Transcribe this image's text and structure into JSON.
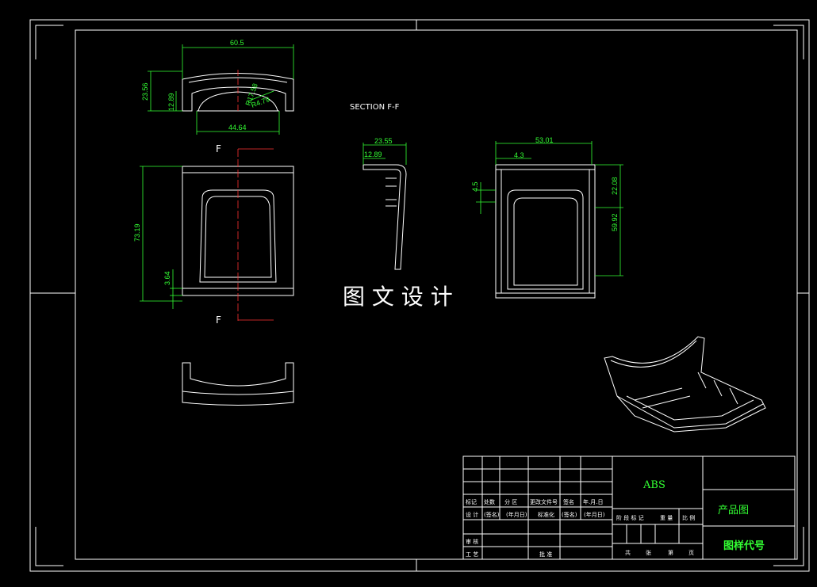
{
  "drawing": {
    "watermark": "图 文 设 计",
    "section_title": "SECTION F-F",
    "section_marker": "F",
    "colors": {
      "background": "#000000",
      "lines": "#ffffff",
      "dimensions": "#33ff33",
      "center_line": "#ff3333"
    }
  },
  "dimensions": {
    "top_width": "60.5",
    "top_height": "23.56",
    "top_inner_height": "12.89",
    "top_r1": "R17.58",
    "top_r2": "R4.79",
    "top_bottom_width": "44.64",
    "front_height": "73.19",
    "front_offset": "3.64",
    "section_width": "23.55",
    "section_inner": "12.89",
    "side_width": "53.01",
    "side_inner": "4.3",
    "side_small": "4.5",
    "side_h1": "22.08",
    "side_h2": "59.92"
  },
  "title_block": {
    "material": "ABS",
    "product": "产品图",
    "drawing_no": "图样代号",
    "row_labels": [
      "标记",
      "处数",
      "分 区",
      "更改文件号",
      "签名",
      "年.月.日"
    ],
    "design_row": [
      "设 计",
      "(签名)",
      "(年月日)",
      "标准化",
      "(签名)",
      "(年月日)"
    ],
    "stage_labels": [
      "阶 段 标 记",
      "重 量",
      "比 例"
    ],
    "review": "审 核",
    "process": "工 艺",
    "approve": "批 准",
    "sheets": [
      "共",
      "张",
      "第",
      "页"
    ]
  }
}
